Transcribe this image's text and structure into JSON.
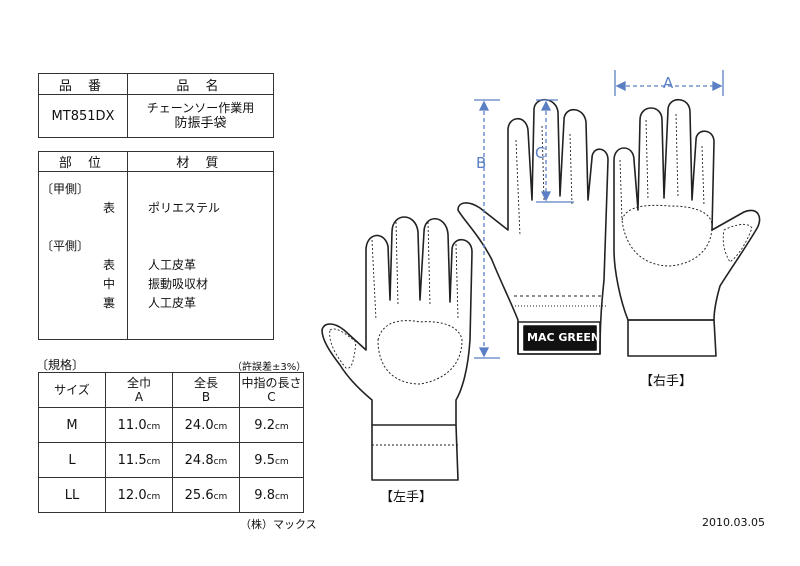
{
  "product_table": {
    "header_code": "品 番",
    "header_name": "品 名",
    "code": "MT851DX",
    "name_line1": "チェーンソー作業用",
    "name_line2": "防振手袋"
  },
  "material_table": {
    "header_part": "部 位",
    "header_material": "材 質",
    "back_section": "〔甲側〕",
    "back_items": [
      {
        "part": "表",
        "material": "ポリエステル"
      }
    ],
    "palm_section": "〔平側〕",
    "palm_items": [
      {
        "part": "表",
        "material": "人工皮革"
      },
      {
        "part": "中",
        "material": "振動吸収材"
      },
      {
        "part": "裏",
        "material": "人工皮革"
      }
    ]
  },
  "size_table": {
    "title": "〔規格〕",
    "tolerance": "（許誤差±3%）",
    "headers": [
      {
        "line1": "サイズ",
        "line2": ""
      },
      {
        "line1": "全巾",
        "line2": "A"
      },
      {
        "line1": "全長",
        "line2": "B"
      },
      {
        "line1": "中指の長さ",
        "line2": "C"
      }
    ],
    "unit": "cm",
    "rows": [
      {
        "size": "M",
        "a": "11.0",
        "b": "24.0",
        "c": "9.2"
      },
      {
        "size": "L",
        "a": "11.5",
        "b": "24.8",
        "c": "9.5"
      },
      {
        "size": "LL",
        "a": "12.0",
        "b": "25.6",
        "c": "9.8"
      }
    ]
  },
  "company": "（株）マックス",
  "date": "2010.03.05",
  "diagram": {
    "label_a": "A",
    "label_b": "B",
    "label_c": "C",
    "left_hand_label": "【左手】",
    "right_hand_label": "【右手】",
    "brand_patch": "MAC GREEN"
  }
}
